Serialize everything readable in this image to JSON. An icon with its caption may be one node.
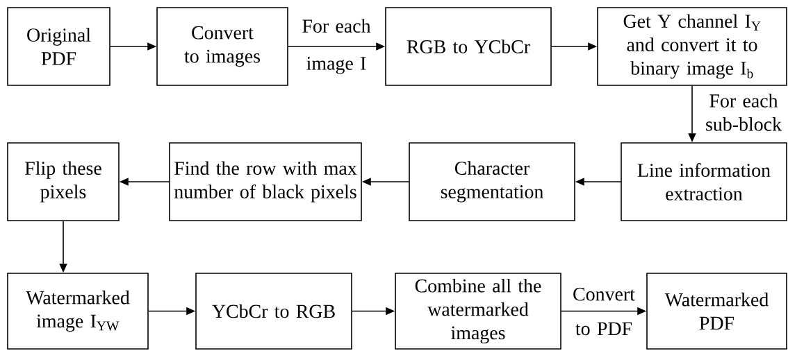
{
  "diagram": {
    "nodes": [
      {
        "text": [
          "Original PDF"
        ]
      },
      {
        "text": [
          "Convert to images"
        ]
      },
      {
        "text": [
          "RGB to YCbCr"
        ]
      },
      {
        "text": [
          "Get Y channel I$_{Y}$ and convert it to binary image I$_{b}$"
        ]
      },
      {
        "text": [
          "Flip these pixels"
        ]
      },
      {
        "text": [
          "Find the row with max number of black pixels"
        ]
      },
      {
        "text": [
          "Character segmentation"
        ]
      },
      {
        "text": [
          "Line information extraction"
        ]
      },
      {
        "text": [
          "Watermarked image I$_{YW}$"
        ]
      },
      {
        "text": [
          "YCbCr to RGB"
        ]
      },
      {
        "text": [
          "Combine all the watermarked images"
        ]
      },
      {
        "text": [
          "Watermarked PDF"
        ]
      }
    ],
    "edges": [
      {
        "from": 0,
        "to": 1,
        "arrow": "to"
      },
      {
        "from": 1,
        "to": 2,
        "arrow": "to",
        "label": "For each image I"
      },
      {
        "from": 2,
        "to": 3,
        "arrow": "to"
      },
      {
        "from": 3,
        "to": 7,
        "arrow": "to",
        "label": "For each sub-block"
      },
      {
        "from": 7,
        "to": 6,
        "arrow": "to"
      },
      {
        "from": 6,
        "to": 5,
        "arrow": "to"
      },
      {
        "from": 5,
        "to": 4,
        "arrow": "to"
      },
      {
        "from": 4,
        "to": 8,
        "arrow": "to"
      },
      {
        "from": 8,
        "to": 9,
        "arrow": "to"
      },
      {
        "from": 9,
        "to": 10,
        "arrow": "to"
      },
      {
        "from": 10,
        "to": 11,
        "arrow": "to",
        "label": "Convert to PDF"
      }
    ]
  }
}
